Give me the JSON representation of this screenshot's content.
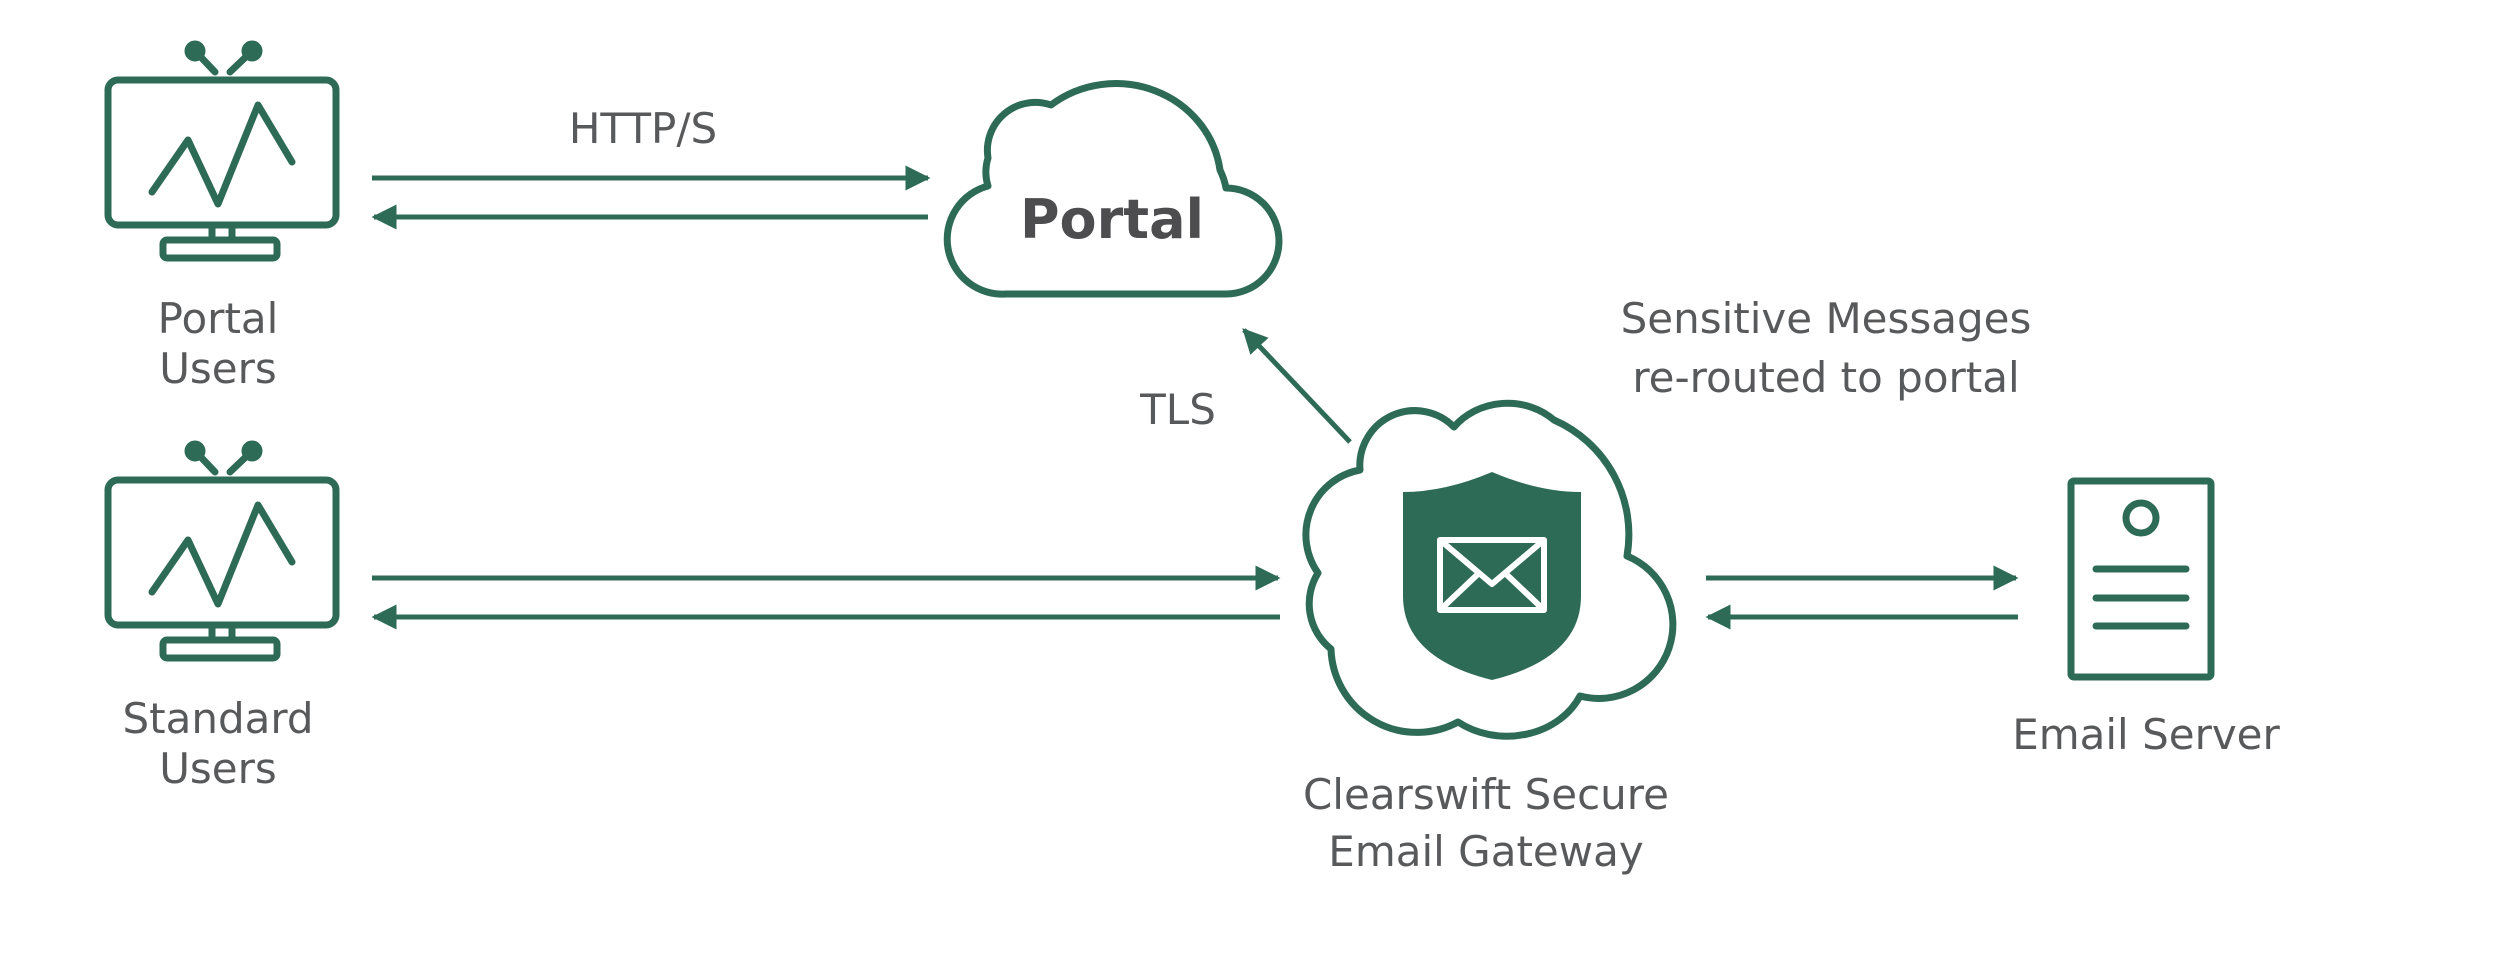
{
  "diagram": {
    "nodes": {
      "portal_users": {
        "line1": "Portal",
        "line2": "Users"
      },
      "standard_users": {
        "line1": "Standard",
        "line2": "Users"
      },
      "portal_cloud": {
        "label": "Portal"
      },
      "gateway": {
        "line1": "Clearswift Secure",
        "line2": "Email Gateway"
      },
      "email_server": {
        "label": "Email Server"
      }
    },
    "edges": {
      "http": {
        "label": "HTTP/S"
      },
      "tls": {
        "label": "TLS"
      },
      "reroute": {
        "line1": "Sensitive Messages",
        "line2": "re-routed to portal"
      }
    },
    "colors": {
      "accent": "#2e6b57",
      "text": "#58595b",
      "background": "#ffffff"
    },
    "icons": {
      "users": "monitor-icon",
      "portal": "cloud-icon",
      "gateway": "shield-envelope-icon",
      "server": "server-icon"
    }
  }
}
